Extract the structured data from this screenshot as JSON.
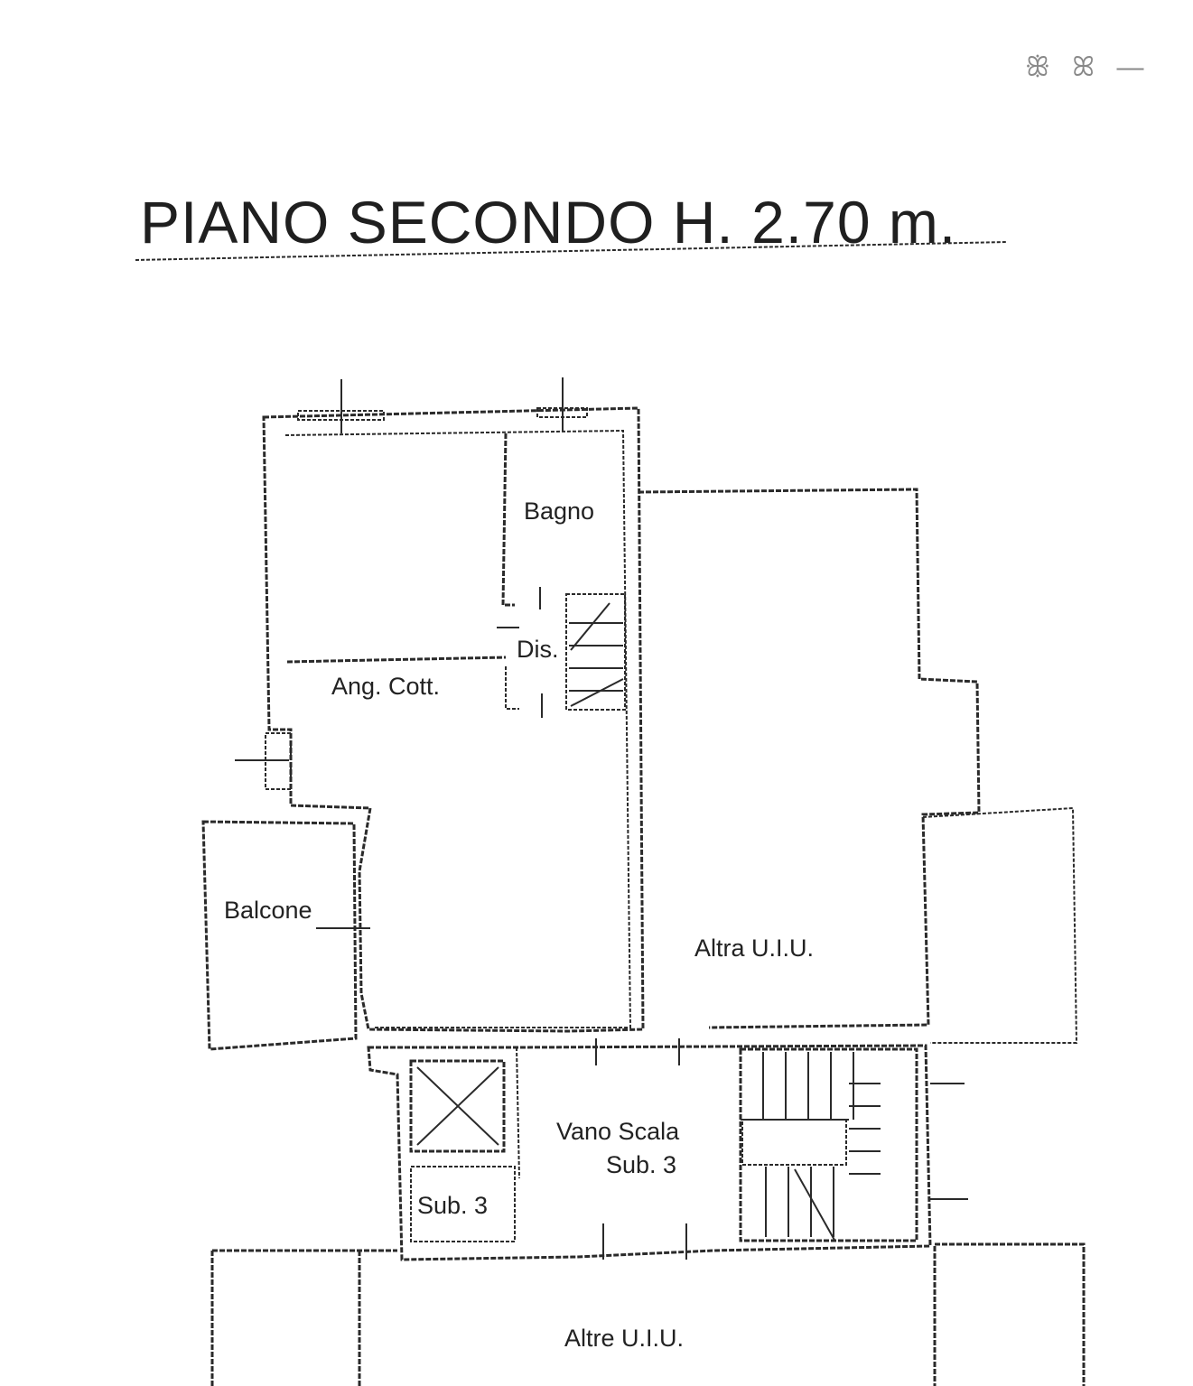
{
  "title": "PIANO SECONDO H. 2.70 m.",
  "rooms": {
    "bagno": "Bagno",
    "dis": "Dis.",
    "ang_cott": "Ang. Cott.",
    "balcone": "Balcone",
    "altra_uiu": "Altra U.I.U.",
    "vano_scala_line1": "Vano Scala",
    "vano_scala_line2": "Sub. 3",
    "sub3": "Sub. 3",
    "altre_uiu": "Altre U.I.U."
  },
  "colors": {
    "ink": "#2a2a2a",
    "paper": "#ffffff"
  }
}
